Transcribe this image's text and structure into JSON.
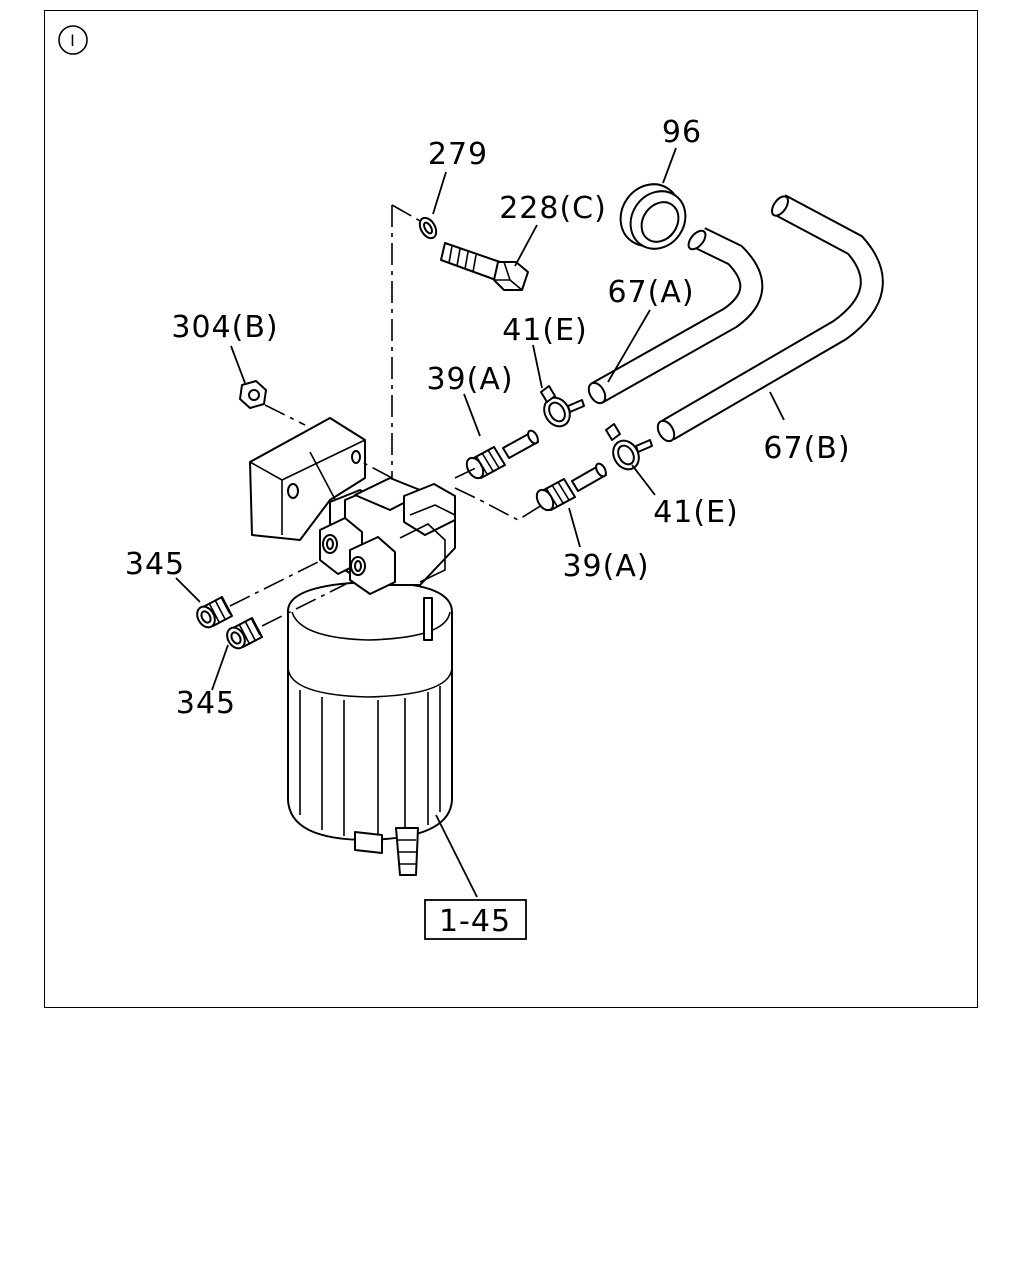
{
  "diagram": {
    "section_marker": "I",
    "callouts": {
      "c279": "279",
      "c96": "96",
      "c228c": "228(C)",
      "c67a": "67(A)",
      "c304b": "304(B)",
      "c41e_top": "41(E)",
      "c39a_top": "39(A)",
      "c67b": "67(B)",
      "c41e_right": "41(E)",
      "c345_top": "345",
      "c39a_bottom": "39(A)",
      "c345_bottom": "345",
      "c1_45": "1-45"
    }
  }
}
